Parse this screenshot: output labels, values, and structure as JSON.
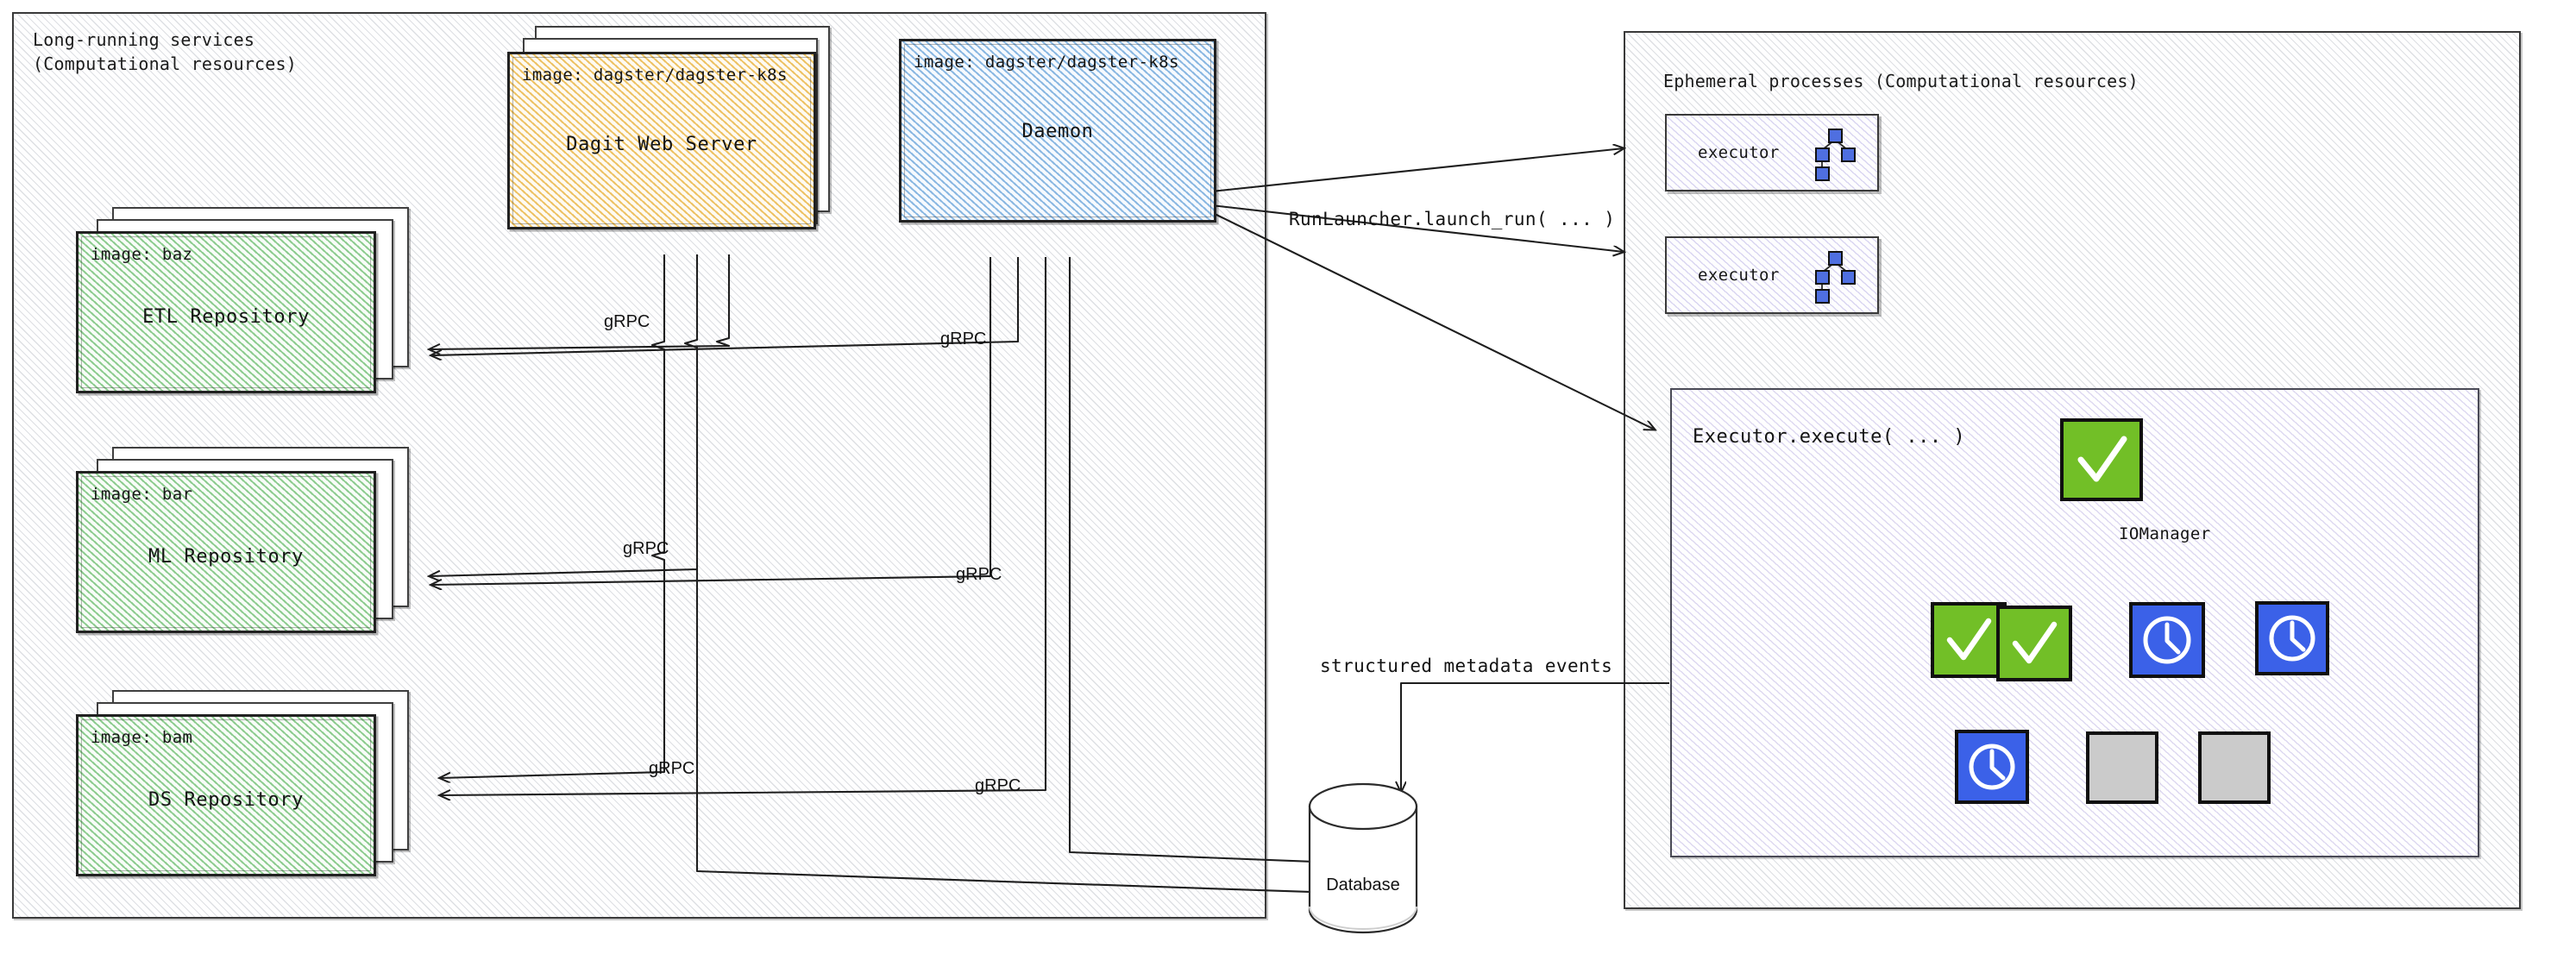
{
  "panels": {
    "left": {
      "title": "Long-running services\n(Computational resources)"
    },
    "right": {
      "title": "Ephemeral processes (Computational resources)"
    }
  },
  "services": [
    {
      "image": "image: dagster/dagster-k8s",
      "name": "Dagit Web Server",
      "fill": "orange",
      "stacked": true
    },
    {
      "image": "image: dagster/dagster-k8s",
      "name": "Daemon",
      "fill": "blue",
      "stacked": false
    }
  ],
  "repositories": [
    {
      "image": "image: baz",
      "name": "ETL Repository",
      "fill": "green"
    },
    {
      "image": "image: bar",
      "name": "ML Repository",
      "fill": "green"
    },
    {
      "image": "image: bam",
      "name": "DS Repository",
      "fill": "green"
    }
  ],
  "executors": [
    {
      "label": "executor",
      "icon": "dag-icon"
    },
    {
      "label": "executor",
      "icon": "dag-icon"
    }
  ],
  "execute_panel": {
    "title": "Executor.execute( ... )",
    "io_manager_label": "IOManager",
    "nodes": [
      {
        "id": "root",
        "status": "success",
        "icon": "check-icon"
      },
      {
        "id": "c1",
        "status": "success",
        "icon": "check-icon"
      },
      {
        "id": "c2",
        "status": "success",
        "icon": "check-icon"
      },
      {
        "id": "c3",
        "status": "pending",
        "icon": "clock-icon"
      },
      {
        "id": "c4",
        "status": "pending",
        "icon": "clock-icon"
      },
      {
        "id": "g1",
        "status": "pending",
        "icon": "clock-icon"
      },
      {
        "id": "g2",
        "status": "queued",
        "icon": "blank-icon"
      },
      {
        "id": "g3",
        "status": "queued",
        "icon": "blank-icon"
      }
    ]
  },
  "database": {
    "label": "Database"
  },
  "edge_labels": {
    "grpc": "gRPC",
    "run_launcher": "RunLauncher.launch_run( ... )",
    "structured_metadata": "structured metadata events"
  },
  "colors": {
    "success": "#72bf27",
    "pending": "#3b61e8",
    "queued": "#cbcbcb",
    "dagit_fill": "#fbe1a6",
    "daemon_fill": "#c7e0f7",
    "repository_fill": "#c8ecc9",
    "executor_fill": "#eeecfa",
    "stroke": "#101010"
  }
}
